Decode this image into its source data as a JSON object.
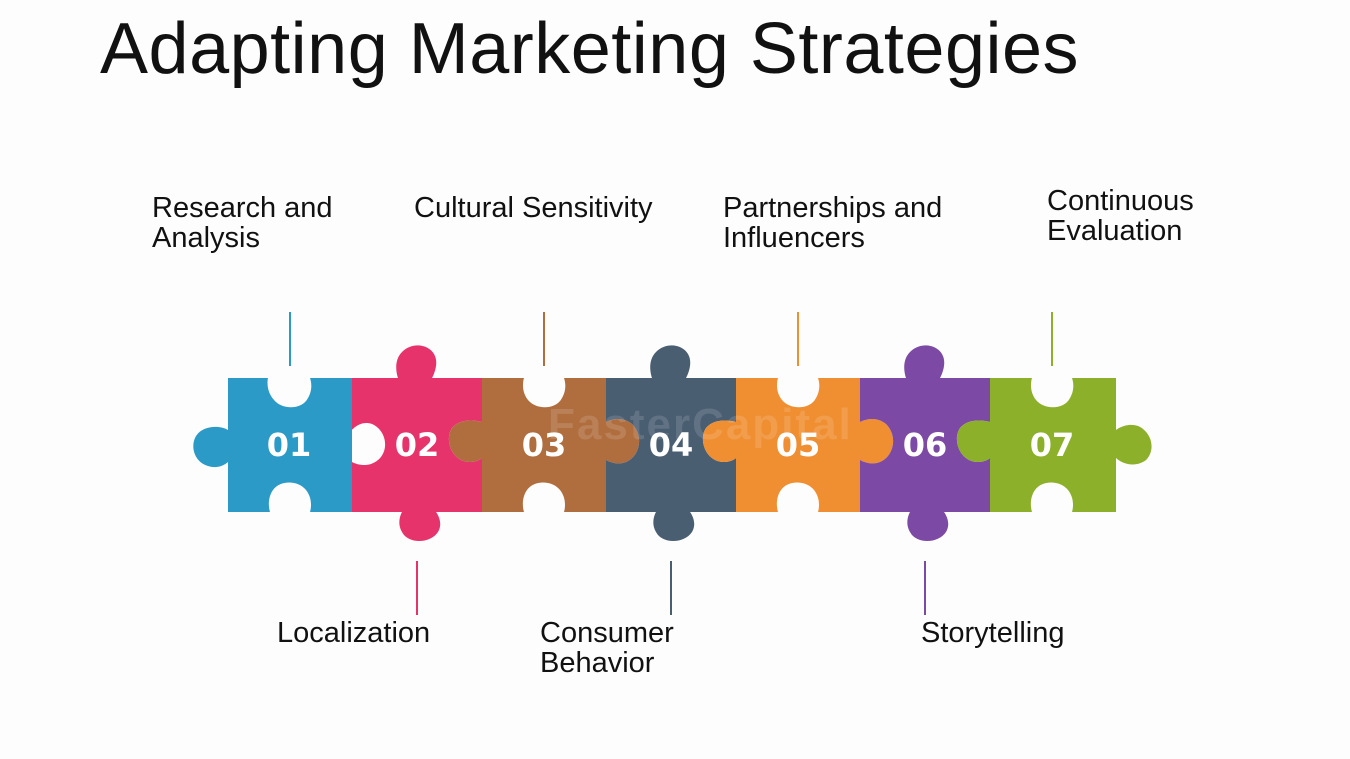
{
  "title": "Adapting Marketing Strategies",
  "watermark": "FasterCapital",
  "steps": [
    {
      "number": "01",
      "label": "Research and\nAnalysis",
      "position": "top",
      "color": "#2c9ac7"
    },
    {
      "number": "02",
      "label": "Localization",
      "position": "bottom",
      "color": "#e6336b"
    },
    {
      "number": "03",
      "label": "Cultural Sensitivity",
      "position": "top",
      "color": "#b06e3f"
    },
    {
      "number": "04",
      "label": "Consumer\nBehavior",
      "position": "bottom",
      "color": "#4a5e72"
    },
    {
      "number": "05",
      "label": "Partnerships and\nInfluencers",
      "position": "top",
      "color": "#ef8f32"
    },
    {
      "number": "06",
      "label": "Storytelling",
      "position": "bottom",
      "color": "#7c4aa4"
    },
    {
      "number": "07",
      "label": "Continuous\nEvaluation",
      "position": "top",
      "color": "#8db02b"
    }
  ]
}
